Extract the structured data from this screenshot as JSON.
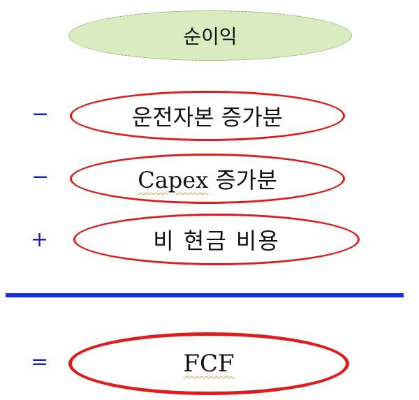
{
  "diagram": {
    "top_label": "순이익",
    "rows": [
      {
        "operator": "−",
        "label": "운전자본 증가분"
      },
      {
        "operator": "−",
        "label_word": "Capex",
        "label_rest": " 증가분"
      },
      {
        "operator": "+",
        "label": "비 현금 비용"
      }
    ],
    "result": {
      "operator": "=",
      "label": "FCF"
    }
  },
  "colors": {
    "operator": "#1b1bd0",
    "ellipse_border": "#e01b1b",
    "divider": "#1a2fd8",
    "top_fill": "#d9ecc0"
  }
}
